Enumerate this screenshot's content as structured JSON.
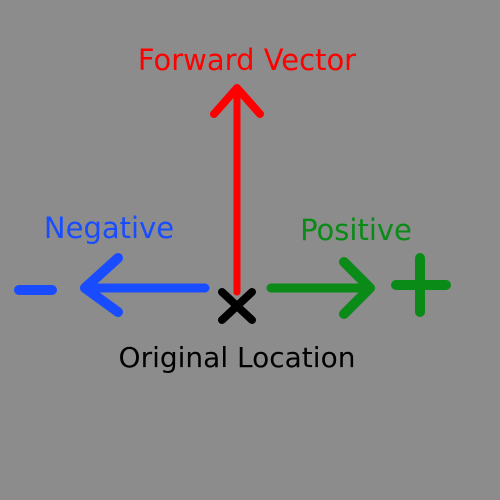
{
  "colors": {
    "background": "#8c8c8c",
    "forward": "#ff0000",
    "negative": "#1a4cff",
    "positive": "#0a8a16",
    "origin": "#000000"
  },
  "labels": {
    "forward": "Forward Vector",
    "negative": "Negative",
    "positive": "Positive",
    "origin": "Original Location"
  },
  "symbols": {
    "negative_sign": "minus-sign",
    "positive_sign": "plus-sign",
    "origin_marker": "x-mark"
  }
}
